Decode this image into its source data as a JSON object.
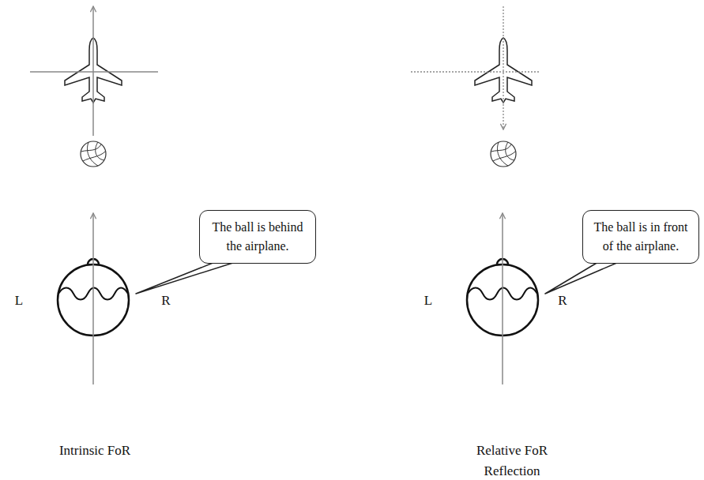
{
  "diagram": {
    "nodes": [
      {
        "text": [
          "The ball is behind the airplane."
        ]
      },
      {
        "text": [
          "The ball is in front of the airplane."
        ]
      }
    ],
    "labels": [
      "L",
      "R",
      "L",
      "R",
      "Intrinsic FoR",
      "Relative FoR Reflection"
    ]
  }
}
